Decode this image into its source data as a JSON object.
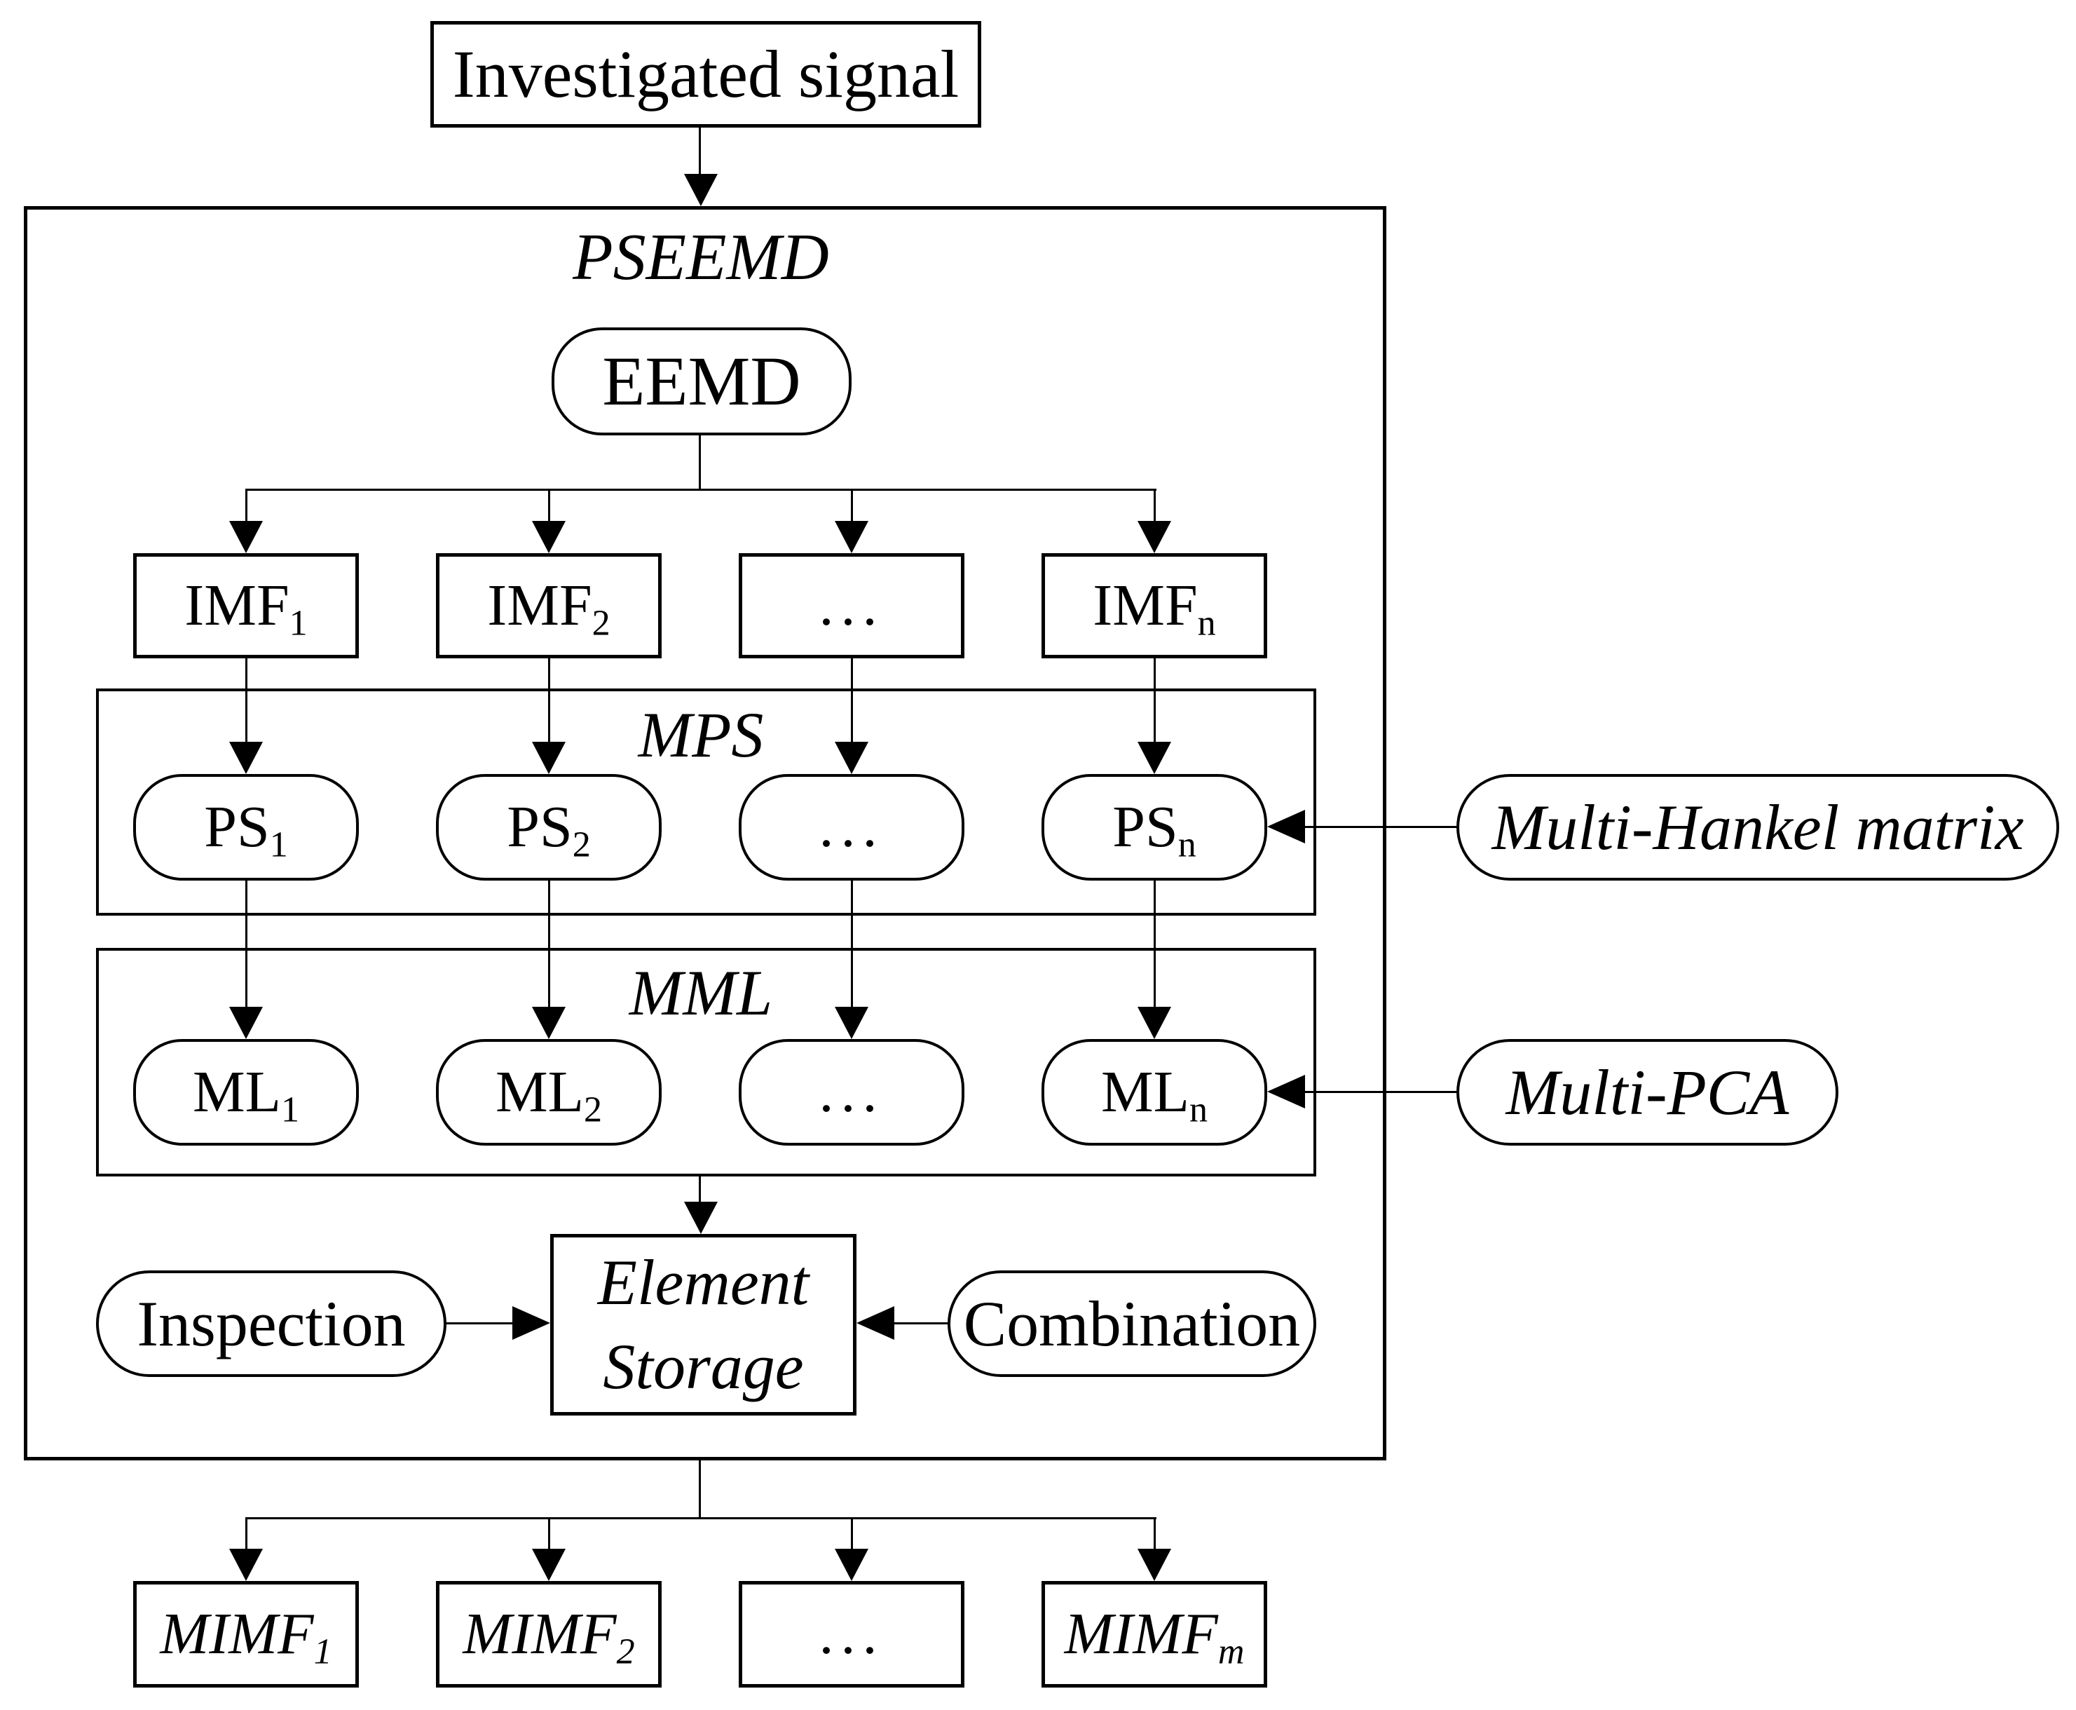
{
  "investigated_signal": {
    "label": "Investigated signal"
  },
  "pseemd_block": {
    "label": "PSEEMD"
  },
  "eemd": {
    "label": "EEMD"
  },
  "imf_row": [
    {
      "base": "IMF",
      "sub": "1"
    },
    {
      "base": "IMF",
      "sub": "2"
    },
    {
      "base": "...",
      "sub": ""
    },
    {
      "base": "IMF",
      "sub": "n"
    }
  ],
  "mps_block": {
    "label": "MPS"
  },
  "ps_row": [
    {
      "base": "PS",
      "sub": "1"
    },
    {
      "base": "PS",
      "sub": "2"
    },
    {
      "base": "...",
      "sub": ""
    },
    {
      "base": "PS",
      "sub": "n"
    }
  ],
  "multi_hankel": {
    "label": "Multi-Hankel matrix"
  },
  "mml_block": {
    "label": "MML"
  },
  "ml_row": [
    {
      "base": "ML",
      "sub": "1"
    },
    {
      "base": "ML",
      "sub": "2"
    },
    {
      "base": "...",
      "sub": ""
    },
    {
      "base": "ML",
      "sub": "n"
    }
  ],
  "multi_pca": {
    "label": "Multi-PCA"
  },
  "element_storage": {
    "line1": "Element",
    "line2": "Storage"
  },
  "inspection": {
    "label": "Inspection"
  },
  "combination": {
    "label": "Combination"
  },
  "mimf_row": [
    {
      "base": "MIMF",
      "sub": "1"
    },
    {
      "base": "MIMF",
      "sub": "2"
    },
    {
      "base": "...",
      "sub": ""
    },
    {
      "base": "MIMF",
      "sub": "m"
    }
  ],
  "colors": {
    "ink": "#000000",
    "background": "#ffffff"
  }
}
